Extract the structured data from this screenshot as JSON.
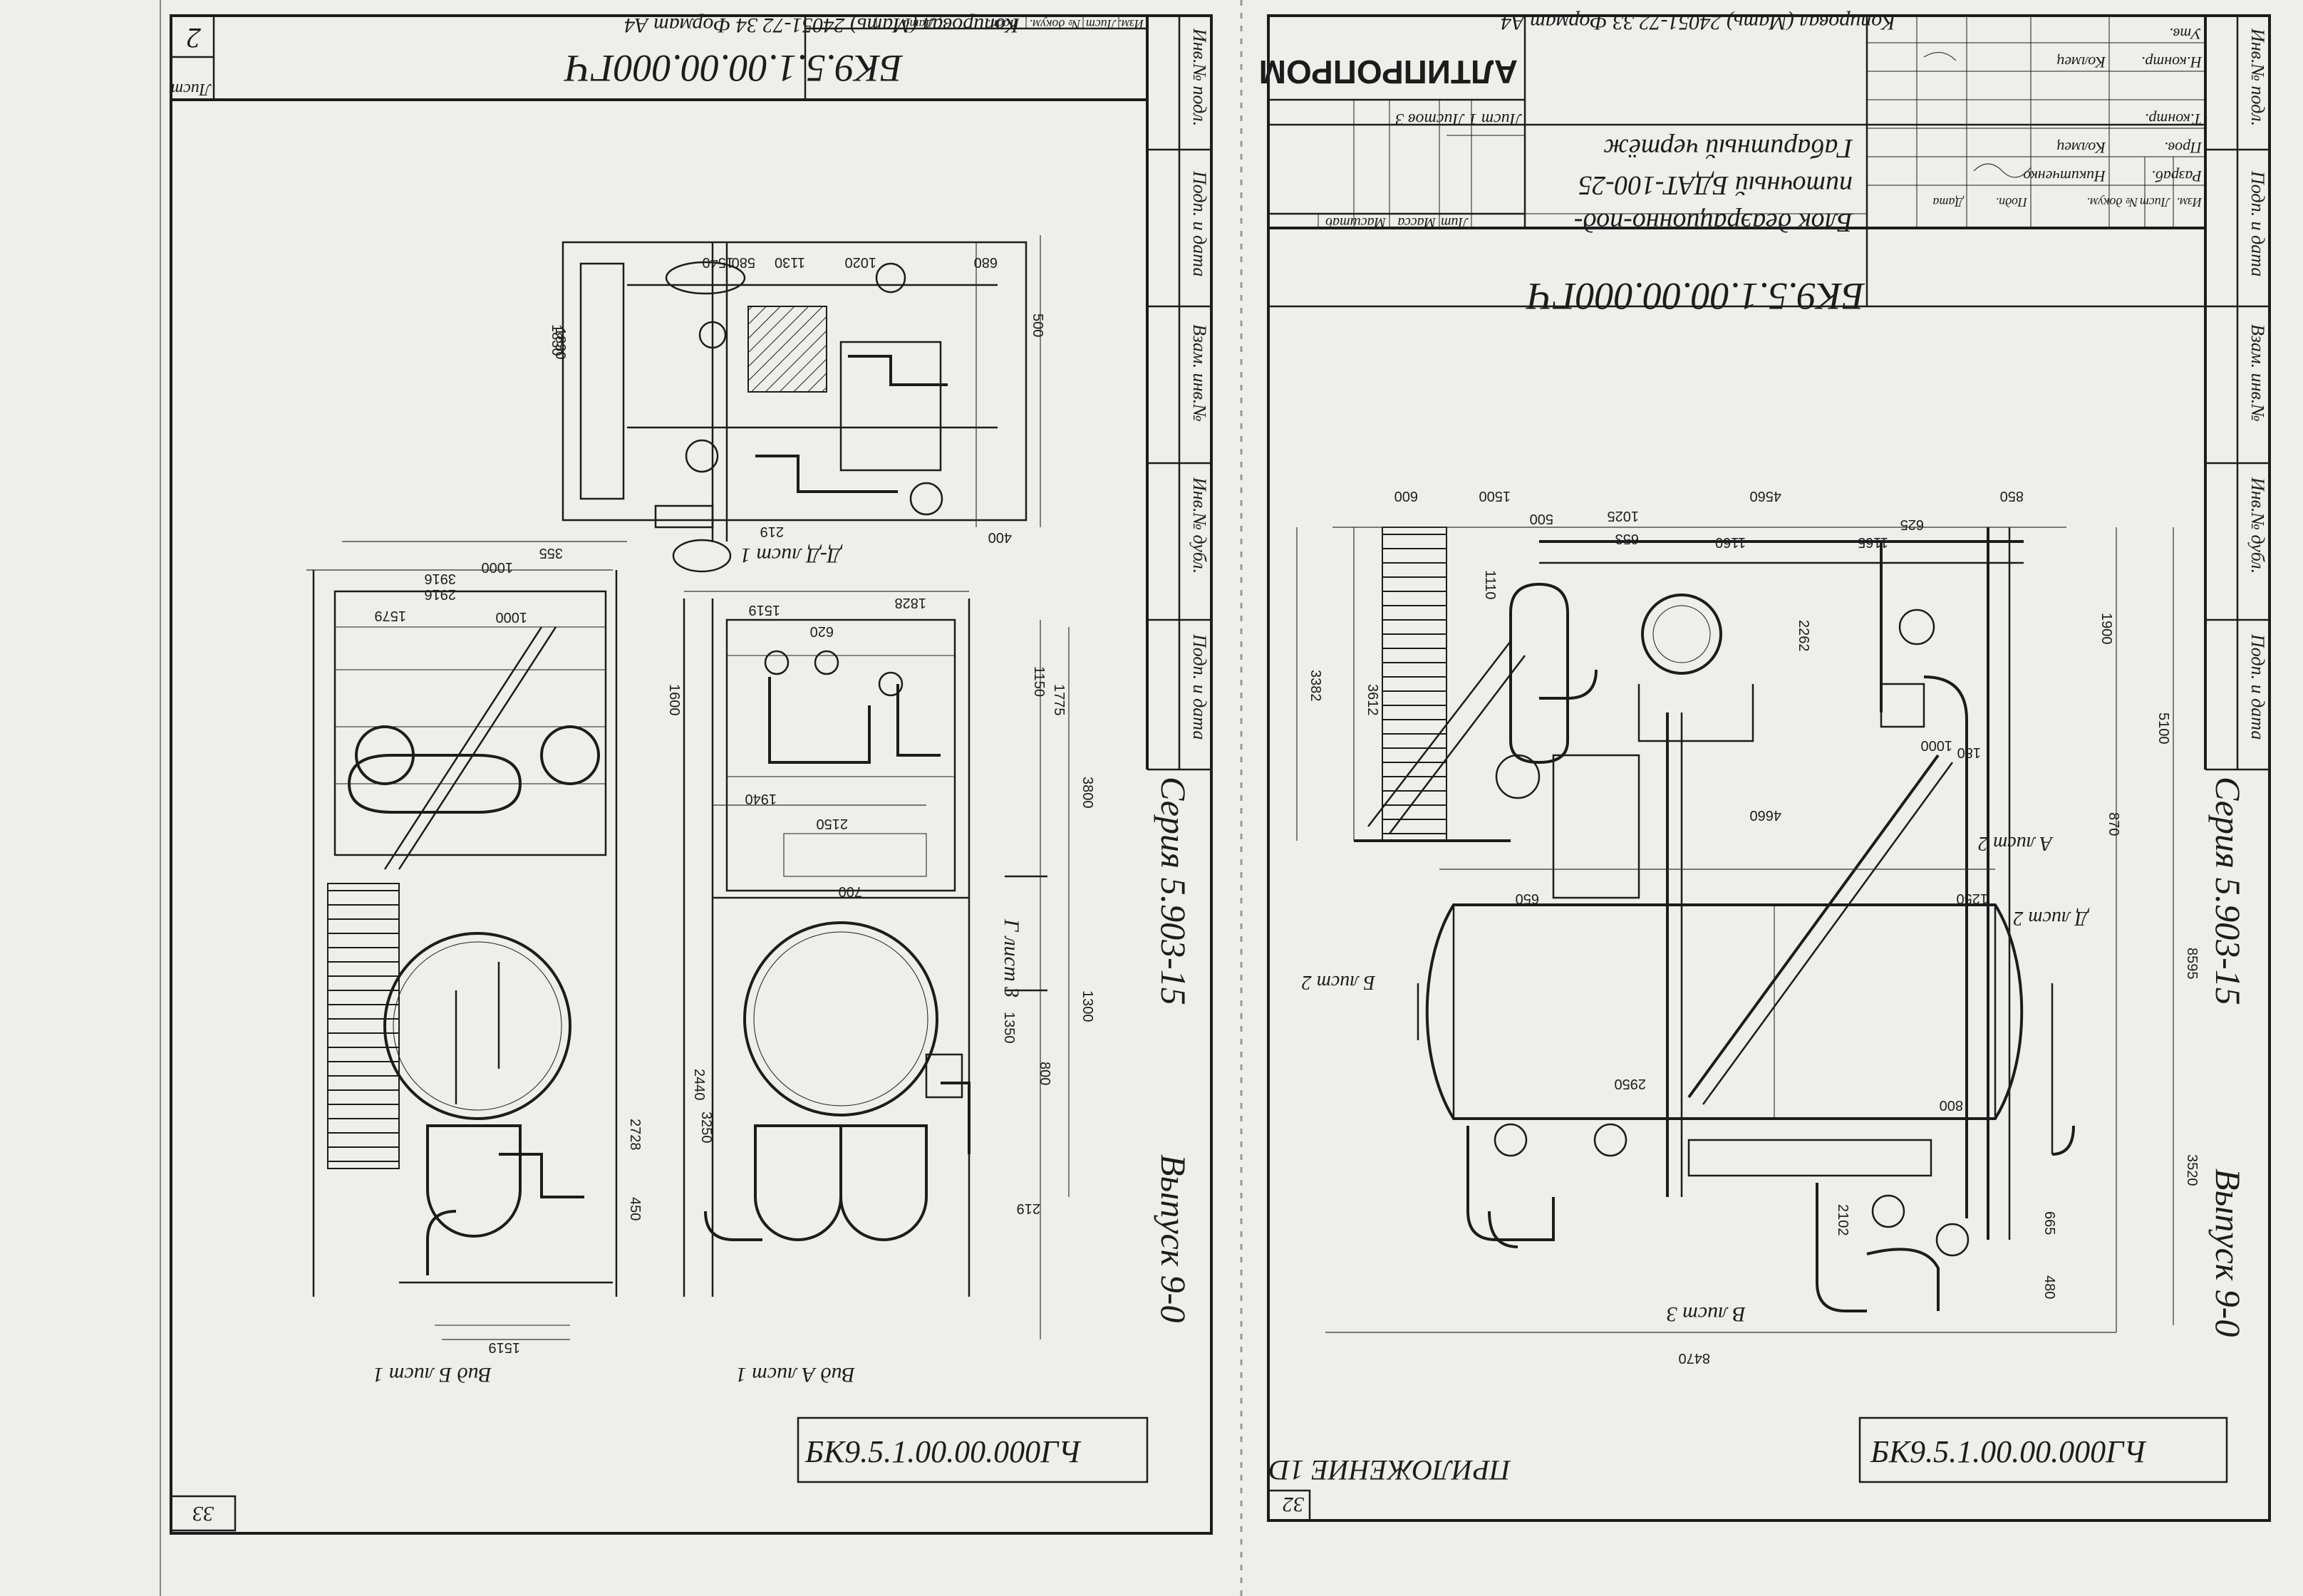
{
  "copy_header": {
    "left": "Копировал (Мать) 24051-72 34 Формат А4",
    "right": "Копировал (Мать) 24051-72 33 Формат А4"
  },
  "sheet_left": {
    "designation": "БК9.5.1.00.00.000ГЧ",
    "sheet_label": "Лист",
    "sheet_number": "2",
    "series": "Серия 5.903-15",
    "issue": "Выпуск 9-0",
    "page_number": "33",
    "rev_columns": [
      "Изм.",
      "Лист",
      "№ докум.",
      "Подп.",
      "Дата"
    ],
    "side_cells": [
      "Инв.№ подл.",
      "Подп. и дата",
      "Взам. инв.№",
      "Инв.№ дубл.",
      "Подп. и дата"
    ],
    "view_b_label": "Вид Б лист 1",
    "view_a_label": "Вид А лист 1",
    "section_label": "Д-Д лист 1",
    "callout_g": "Г лист 3",
    "dims": [
      "1540",
      "1130",
      "1020",
      "680",
      "1000",
      "2916",
      "3916",
      "1579",
      "1519",
      "1828",
      "1150",
      "1775",
      "3800",
      "1830",
      "2150",
      "1940",
      "700",
      "1300",
      "1350",
      "2440",
      "800",
      "2728",
      "1519",
      "620",
      "580",
      "1600",
      "400",
      "219",
      "219",
      "500",
      "450",
      "355",
      "1000",
      "3250",
      "1830"
    ]
  },
  "sheet_right": {
    "designation": "БК9.5.1.00.00.000ГЧ",
    "org": "АЛТИПРОПРОМ",
    "title": [
      "Блок деаэрационно-под-",
      "питочный БДАТ-100-25",
      "Габаритный чертёж"
    ],
    "lit_cols": [
      "Лит",
      "Масса",
      "Масштаб"
    ],
    "sheet_row": "Лист 1   Листов 3",
    "roles": [
      "Разраб.",
      "Пров.",
      "Т.контр.",
      "Н.контр.",
      "Утв."
    ],
    "names": [
      "Никитченко",
      "Колмец",
      "",
      "Колмец",
      ""
    ],
    "rev_columns": [
      "Изм.",
      "Лист",
      "№ докум.",
      "Подп.",
      "Дата"
    ],
    "side_cells": [
      "Инв.№ подл.",
      "Подп. и дата",
      "Взам. инв.№",
      "Инв.№ дубл.",
      "Подп. и дата"
    ],
    "series": "Серия 5.903-15",
    "issue": "Выпуск 9-0",
    "appendix": "ПРИЛОЖЕНИЕ 1D",
    "page_number": "32",
    "callout_b": "В лист 3",
    "callout_b2": "Б лист 2",
    "callout_a": "А лист 2",
    "callout_a2": "Д лист 2",
    "dims": [
      "600",
      "1500",
      "500",
      "1025",
      "653",
      "4560",
      "1160",
      "1165",
      "625",
      "850",
      "1110",
      "3382",
      "3612",
      "1900",
      "5100",
      "2262",
      "8595",
      "3520",
      "180",
      "4660",
      "1000",
      "870",
      "2950",
      "800",
      "665",
      "480",
      "2102",
      "8470",
      "1250",
      "650"
    ]
  }
}
